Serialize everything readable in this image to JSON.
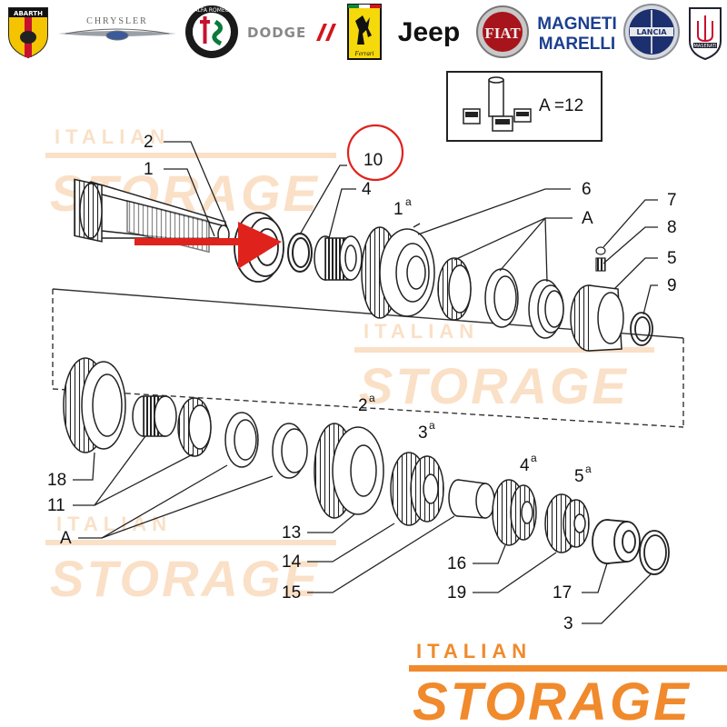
{
  "brands": {
    "abarth": "ABARTH",
    "chrysler": "CHRYSLER",
    "alfa_romeo": "ALFA ROMEO",
    "dodge": "DODGE",
    "ferrari": "Ferrari",
    "jeep": "Jeep",
    "fiat": "FIAT",
    "magneti_marelli_line1": "MAGNETI",
    "magneti_marelli_line2": "MARELLI",
    "lancia": "LANCIA",
    "maserati": "MASERATI"
  },
  "kit_box": {
    "text": "A =12"
  },
  "watermark": {
    "top": "ITALIAN",
    "bottom": "STORAGE"
  },
  "labels": {
    "l1": "1",
    "l2": "2",
    "l3": "3",
    "l4": "4",
    "l5": "5",
    "l6": "6",
    "l7": "7",
    "l8": "8",
    "l9": "9",
    "l10": "10",
    "l11": "11",
    "l13": "13",
    "l14": "14",
    "l15": "15",
    "l16": "16",
    "l17": "17",
    "l18": "18",
    "l19": "19",
    "a_top": "A",
    "a_bottom": "A",
    "gear1": "1",
    "gear2": "2",
    "gear3": "3",
    "gear4": "4",
    "gear5": "5",
    "gear_suffix": "a"
  },
  "colors": {
    "highlight_red": "#e0221c",
    "watermark_orange": "#f08a2c",
    "watermark_faint": "#f6c89a",
    "line": "#222222"
  }
}
